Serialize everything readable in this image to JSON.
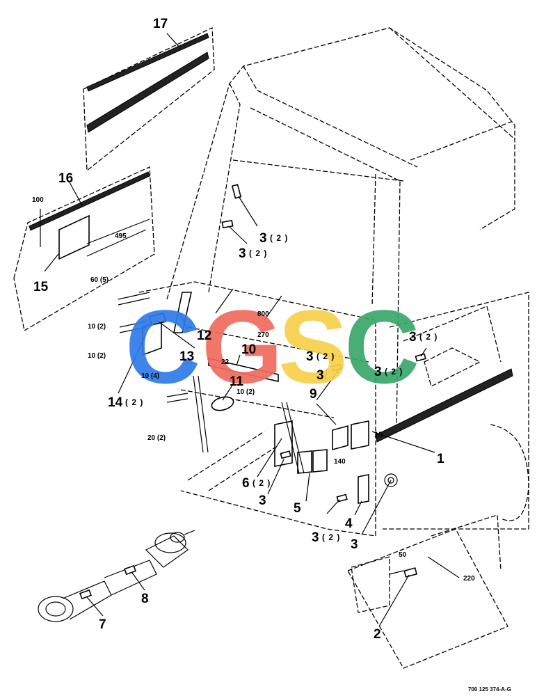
{
  "watermark": {
    "letters": [
      {
        "char": "C",
        "color": "#2f7be8"
      },
      {
        "char": "G",
        "color": "#f06b5e"
      },
      {
        "char": "S",
        "color": "#f7d04a"
      },
      {
        "char": "C",
        "color": "#3aa86b"
      }
    ]
  },
  "callouts": {
    "c17": "17",
    "c16": "16",
    "c15a": "15",
    "c15b": "15",
    "c3a": "3",
    "c3b": "3",
    "c3c": "3",
    "c3d": "3",
    "c3e": "3",
    "c3f": "3",
    "c3g": "3",
    "c3h": "3",
    "c3i": "3",
    "c12": "12",
    "c13": "13",
    "c10": "10",
    "c11": "11",
    "c14": "14",
    "c9": "9",
    "c1": "1",
    "c6": "6",
    "c5": "5",
    "c4": "4",
    "c7": "7",
    "c8": "8",
    "c2": "2"
  },
  "quantities": {
    "q2a": "( 2 )",
    "q2b": "( 2 )",
    "q2c": "( 2 )",
    "q2d": "( 2 )",
    "q2e": "( 2 )",
    "q2f": "( 2 )",
    "q2g": "( 2 )",
    "q2h": "( 2 )"
  },
  "dimensions": {
    "d100": "100",
    "d495": "495",
    "d60": "60 (5)",
    "d10a": "10 (2)",
    "d10b": "10 (2)",
    "d800": "800",
    "d270": "270",
    "d22": "22",
    "d10c": "10 (4)",
    "d10d": "10 (2)",
    "d20": "20 (2)",
    "d140": "140",
    "d50": "50",
    "d220": "220"
  },
  "figure_id": "700 125 374-A-G",
  "colors": {
    "line": "#000000",
    "background": "#ffffff"
  }
}
